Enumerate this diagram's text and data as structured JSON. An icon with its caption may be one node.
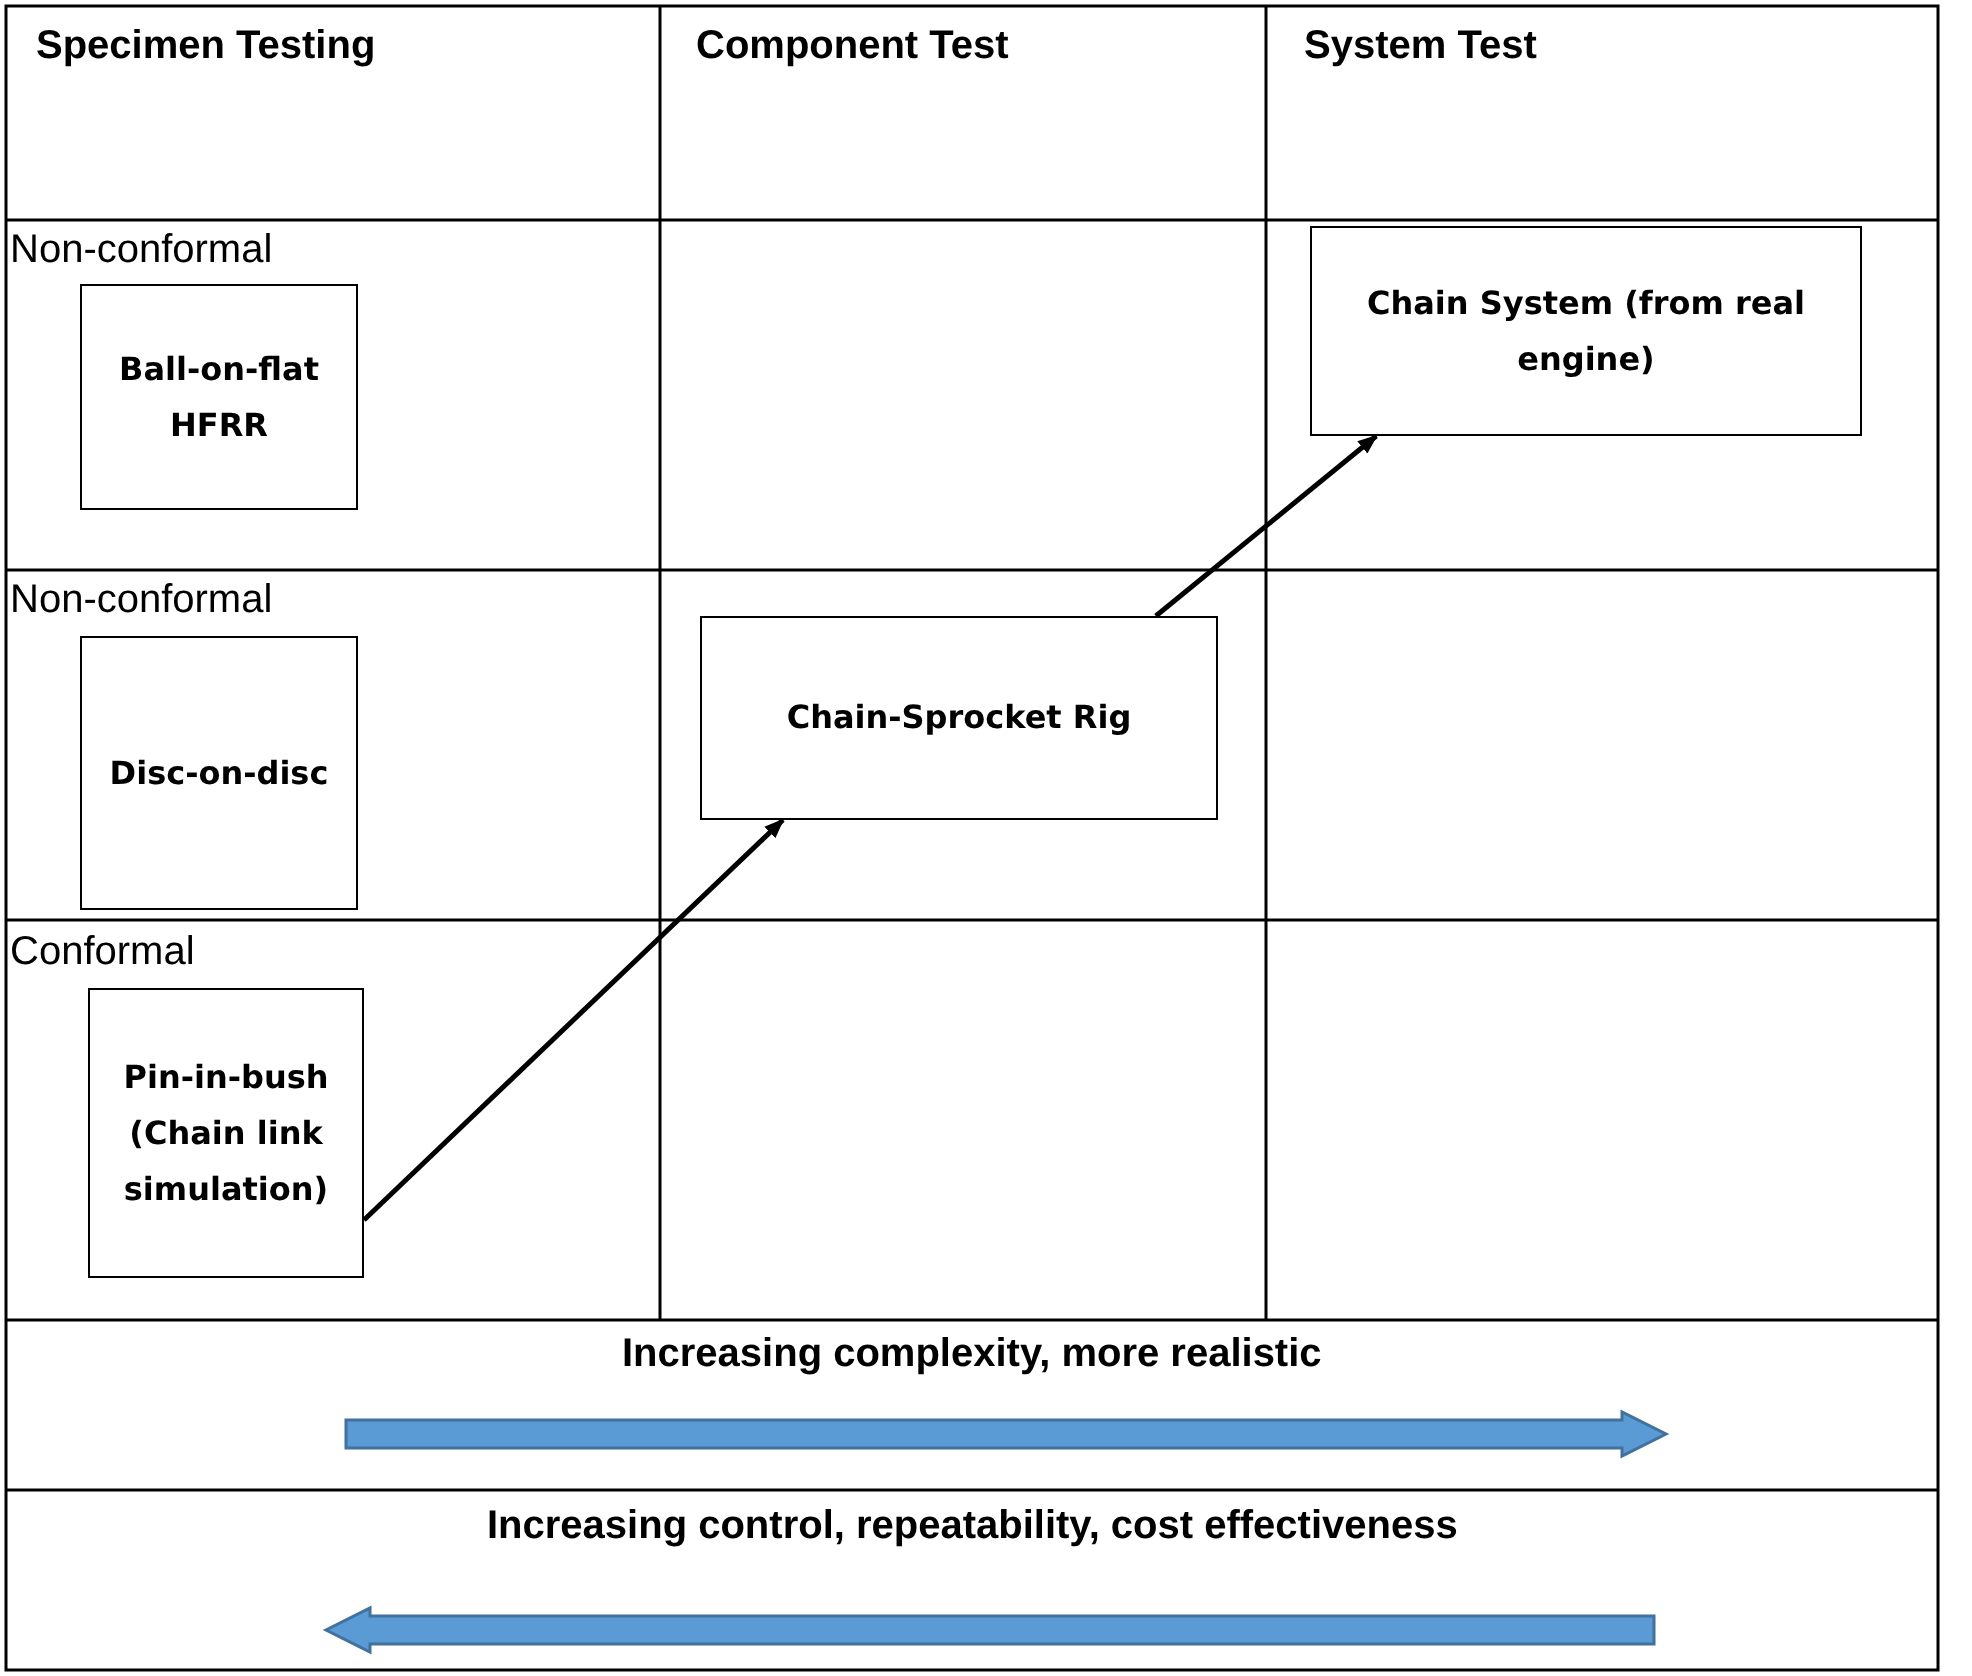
{
  "diagram": {
    "nodes": [
      {
        "text": [
          "Ball-on-flat HFRR"
        ]
      },
      {
        "text": [
          "Chain System (from real engine)"
        ]
      },
      {
        "text": [
          "Disc-on-disc"
        ]
      },
      {
        "text": [
          "Chain-Sprocket Rig"
        ]
      },
      {
        "text": [
          "Pin-in-bush (Chain link simulation)"
        ]
      }
    ],
    "edges": [
      {
        "from": 4,
        "to": 3,
        "arrow": "to"
      },
      {
        "from": 3,
        "to": 1,
        "arrow": "to"
      }
    ],
    "labels": [
      "Specimen Testing",
      "Component Test",
      "System Test",
      "Non-conformal",
      "Non-conformal",
      "Conformal",
      "Increasing complexity, more realistic",
      "Increasing control, repeatability, cost effectiveness"
    ]
  }
}
